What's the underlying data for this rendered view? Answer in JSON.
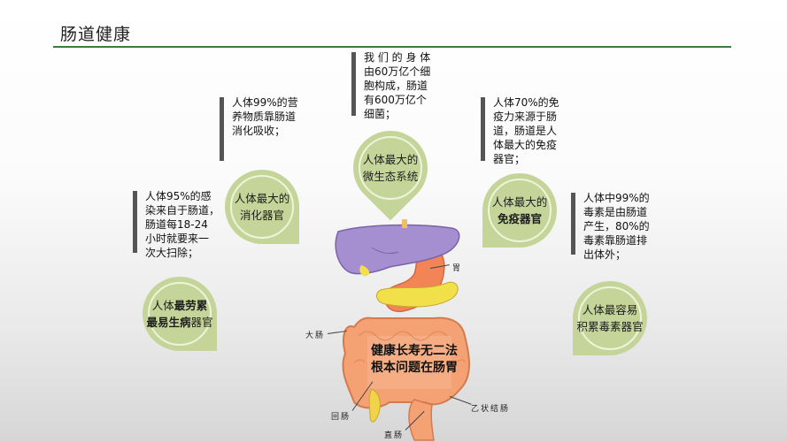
{
  "header": {
    "title": "肠道健康"
  },
  "notes": [
    {
      "id": "nutrition",
      "lines": [
        "人体99%的营",
        "养物质靠肠道",
        "消化吸收；"
      ]
    },
    {
      "id": "microbes",
      "lines": [
        "我 们 的 身 体",
        "由60万亿个细",
        "胞构成，肠道",
        "有600万亿个",
        "细菌；"
      ]
    },
    {
      "id": "immunity",
      "lines": [
        "人体70%的免",
        "疫力来源于肠",
        "道，肠道是人",
        "体最大的免疫",
        "器官；"
      ]
    },
    {
      "id": "infection",
      "lines": [
        "人体95%的感",
        "染来自于肠道，",
        "肠道每18-24",
        "小时就要来一",
        "次大扫除；"
      ]
    },
    {
      "id": "toxins",
      "lines": [
        "人体中99%的",
        "毒素是由肠道",
        "产生，80%的",
        "毒素靠肠道排",
        "出体外；"
      ]
    }
  ],
  "bubbles": [
    {
      "id": "digestive",
      "line1": "人体最大的",
      "line2": "消化器官"
    },
    {
      "id": "microecology",
      "line1": "人体最大的",
      "line2": "微生态系统"
    },
    {
      "id": "immune",
      "line1": "人体最大的",
      "line2": "免疫器官"
    },
    {
      "id": "tired",
      "line1_normal": "人体",
      "line1_bold": "最劳累",
      "line2_bold": "最易生病",
      "line2_normal": "器官"
    },
    {
      "id": "toxin-organ",
      "line1": "人体最容易",
      "line2": "积累毒素器官"
    }
  ],
  "organ_labels": {
    "stomach": "胃",
    "large_intestine": "大肠",
    "ileum": "回肠",
    "sigmoid_colon": "乙状结肠",
    "rectum": "直肠"
  },
  "slogan": {
    "line1": "健康长寿无二法",
    "line2": "根本问题在肠胃"
  },
  "colors": {
    "title_line": "#3d7a3d",
    "bubble_fill": "#c5d59a",
    "bubble_ring": "#eef4d9",
    "note_bar": "#555555",
    "liver": "#a58fd0",
    "intestine": "#f29a6c",
    "pancreas": "#f2e04a"
  }
}
